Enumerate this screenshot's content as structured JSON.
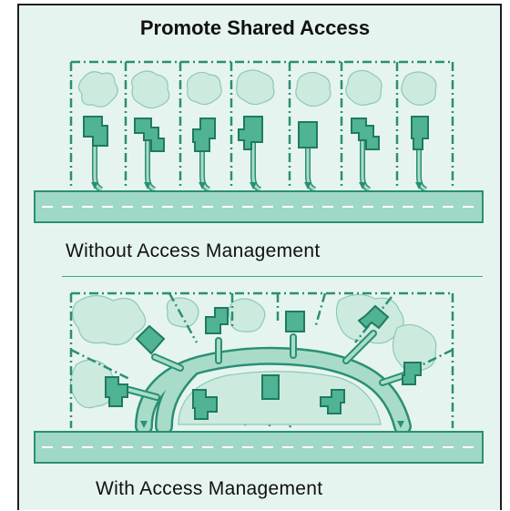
{
  "title": "Promote Shared Access",
  "top_caption": "Without Access Management",
  "bottom_caption": "With Access Management",
  "colors": {
    "panel_bg": "#e6f4ef",
    "road": "#9fd8c6",
    "outline": "#2a8f74",
    "building": "#4fb394",
    "tree": "#b7ded0"
  }
}
